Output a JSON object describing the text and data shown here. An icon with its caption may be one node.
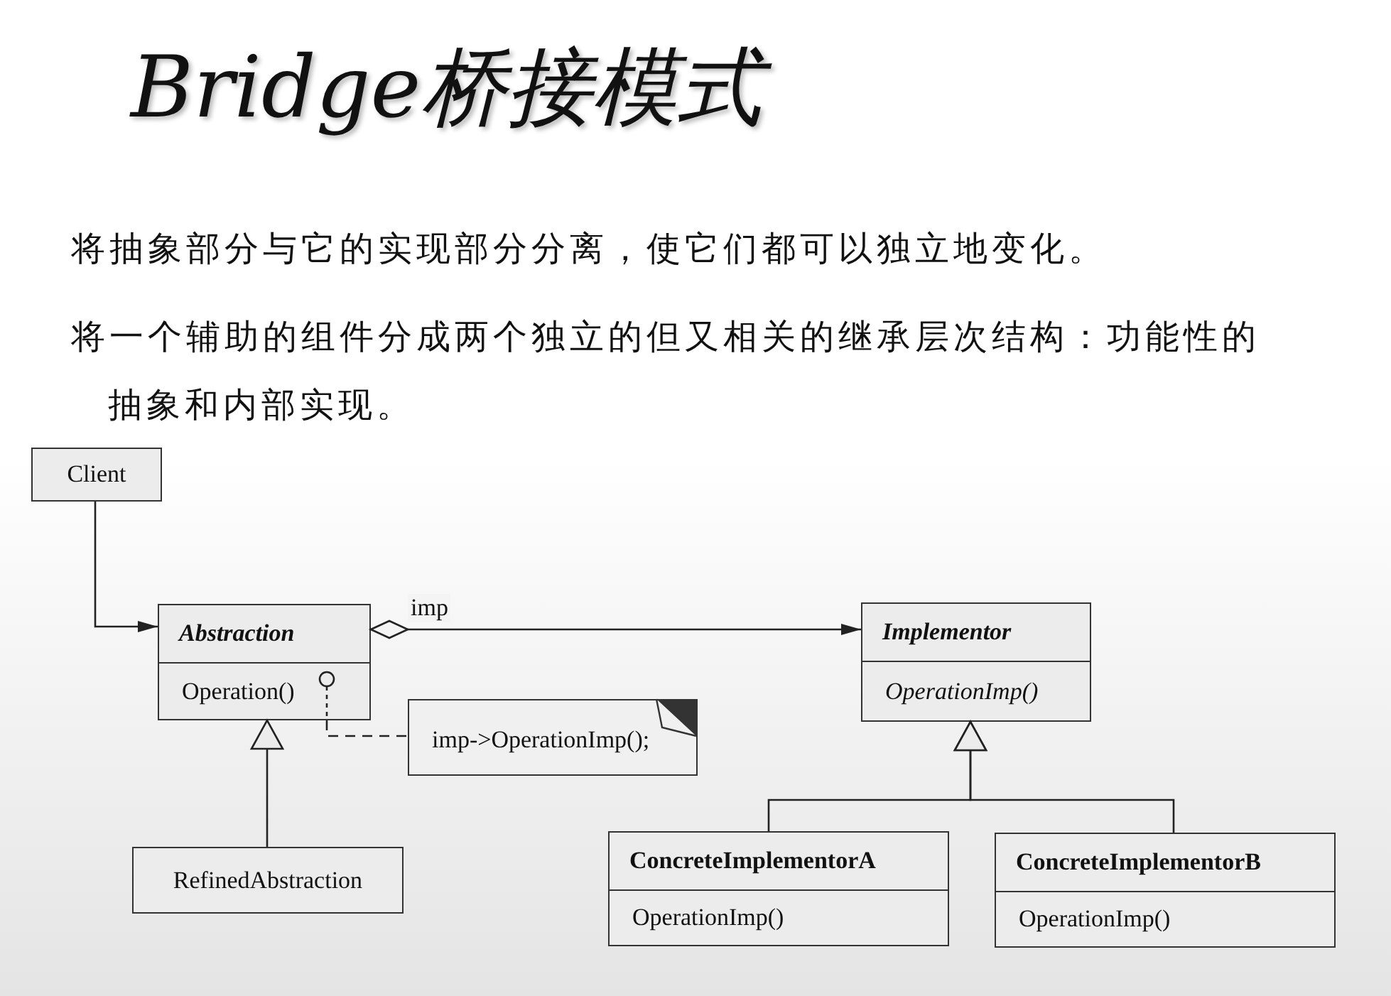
{
  "diagram": {
    "title": "Bridge桥接模式",
    "nodes": [
      {
        "text": [
          "Client"
        ]
      },
      {
        "text": [
          "Abstraction",
          "Operation()"
        ]
      },
      {
        "text": [
          "imp->OperationImp();"
        ]
      },
      {
        "text": [
          "RefinedAbstraction"
        ]
      },
      {
        "text": [
          "Implementor",
          "OperationImp()"
        ]
      },
      {
        "text": [
          "ConcreteImplementorA",
          "OperationImp()"
        ]
      },
      {
        "text": [
          "ConcreteImplementorB",
          "OperationImp()"
        ]
      }
    ],
    "edges": [
      {
        "from": 0,
        "to": 1,
        "arrow": "to"
      },
      {
        "from": 1,
        "to": 4,
        "arrow": "to",
        "label": "imp"
      },
      {
        "from": 1,
        "to": 2,
        "arrow": "other",
        "style": "dashed"
      },
      {
        "from": 3,
        "to": 1,
        "arrow": "to"
      },
      {
        "from": 5,
        "to": 4,
        "arrow": "to"
      },
      {
        "from": 6,
        "to": 4,
        "arrow": "to"
      }
    ],
    "labels": [
      "将抽象部分与它的实现部分分离，使它们都可以独立地变化。",
      "将一个辅助的组件分成两个独立的但又相关的继承层次结构：功能性的抽象和内部实现。"
    ]
  }
}
